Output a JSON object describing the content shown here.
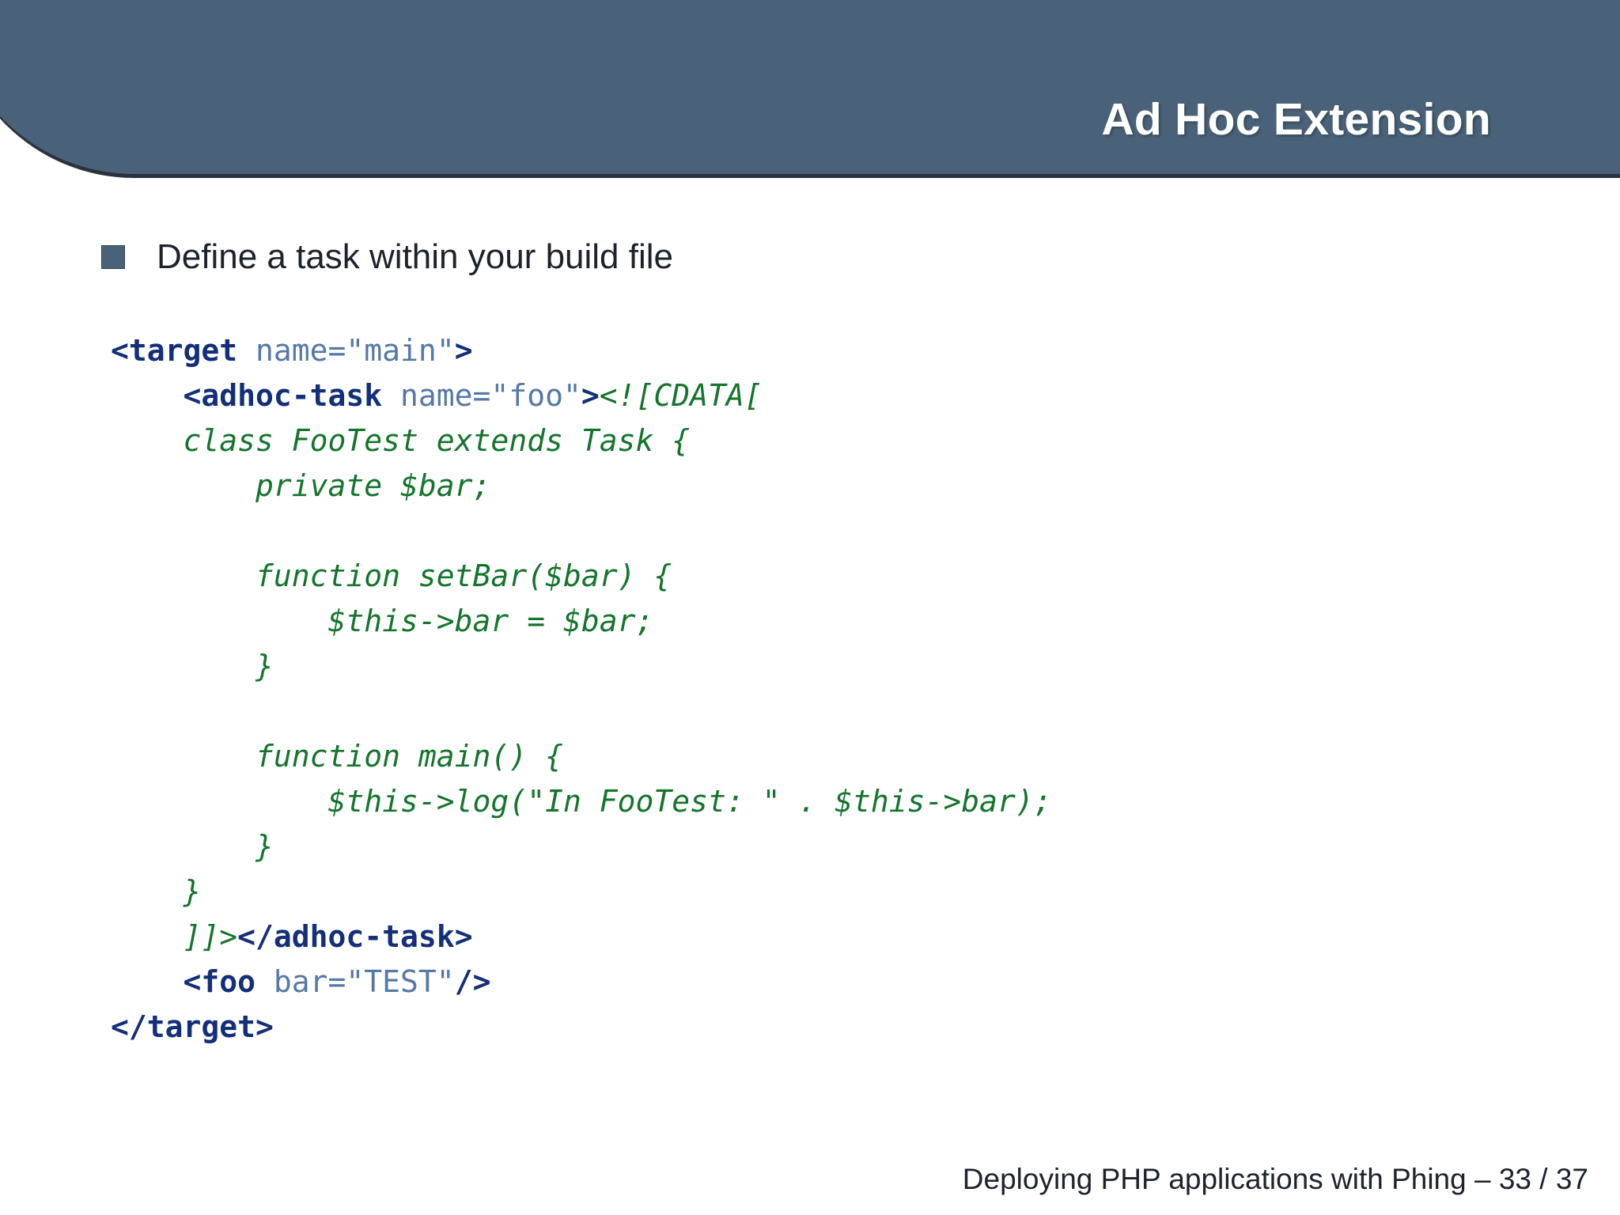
{
  "slide": {
    "header": {
      "title": "Ad Hoc Extension",
      "background_color": "#4a6279",
      "rule_color": "#29323d",
      "title_color": "#ffffff"
    },
    "bullets": [
      {
        "marker": "square-bullet",
        "text": "Define a task within your build file"
      }
    ],
    "code": {
      "language": "xml-php",
      "colors": {
        "tag": "#142f7a",
        "attribute": "#5578a8",
        "php": "#14752c"
      },
      "lines": [
        [
          {
            "t": "tag",
            "s": "<target"
          },
          {
            "t": "attr",
            "s": " name=\"main\""
          },
          {
            "t": "tag",
            "s": ">"
          }
        ],
        [
          {
            "t": "tag",
            "s": "    <adhoc-task"
          },
          {
            "t": "attr",
            "s": " name=\"foo\""
          },
          {
            "t": "tag",
            "s": ">"
          },
          {
            "t": "php",
            "s": "<![CDATA["
          }
        ],
        [
          {
            "t": "php",
            "s": "    class FooTest extends Task {"
          }
        ],
        [
          {
            "t": "php",
            "s": "        private $bar;"
          }
        ],
        [
          {
            "t": "php",
            "s": ""
          }
        ],
        [
          {
            "t": "php",
            "s": "        function setBar($bar) {"
          }
        ],
        [
          {
            "t": "php",
            "s": "            $this->bar = $bar;"
          }
        ],
        [
          {
            "t": "php",
            "s": "        }"
          }
        ],
        [
          {
            "t": "php",
            "s": ""
          }
        ],
        [
          {
            "t": "php",
            "s": "        function main() {"
          }
        ],
        [
          {
            "t": "php",
            "s": "            $this->log(\"In FooTest: \" . $this->bar);"
          }
        ],
        [
          {
            "t": "php",
            "s": "        }"
          }
        ],
        [
          {
            "t": "php",
            "s": "    }"
          }
        ],
        [
          {
            "t": "php",
            "s": "    ]]>"
          },
          {
            "t": "tag",
            "s": "</adhoc-task>"
          }
        ],
        [
          {
            "t": "tag",
            "s": "    <foo"
          },
          {
            "t": "attr",
            "s": " bar=\"TEST\""
          },
          {
            "t": "tag",
            "s": "/>"
          }
        ],
        [
          {
            "t": "tag",
            "s": "</target>"
          }
        ]
      ]
    },
    "footer": {
      "text": "Deploying PHP applications with Phing – 33 / 37",
      "deck_title": "Deploying PHP applications with Phing",
      "page_number": "33",
      "total_pages": "37"
    }
  }
}
